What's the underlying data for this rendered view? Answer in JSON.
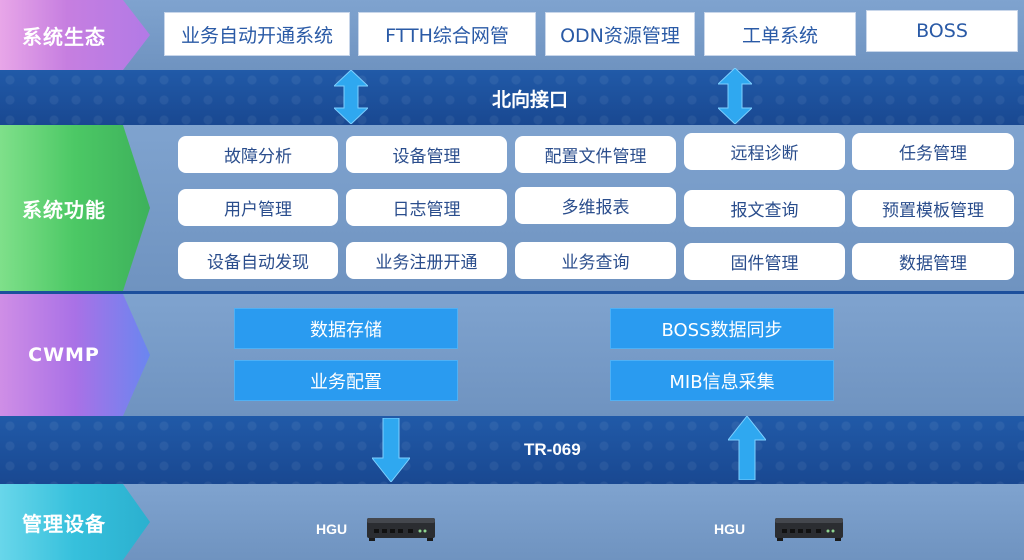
{
  "layers": {
    "ecosystem": {
      "label": "系统生态",
      "items": [
        "业务自动开通系统",
        "FTTH综合网管",
        "ODN资源管理",
        "工单系统",
        "BOSS"
      ]
    },
    "northbound": {
      "label": "北向接口"
    },
    "functions": {
      "label": "系统功能",
      "items": [
        "故障分析",
        "设备管理",
        "配置文件管理",
        "远程诊断",
        "任务管理",
        "用户管理",
        "日志管理",
        "多维报表",
        "报文查询",
        "预置模板管理",
        "设备自动发现",
        "业务注册开通",
        "业务查询",
        "固件管理",
        "数据管理"
      ]
    },
    "cwmp": {
      "label": "CWMP",
      "items": [
        "数据存储",
        "BOSS数据同步",
        "业务配置",
        "MIB信息采集"
      ]
    },
    "tr069": {
      "label": "TR-069"
    },
    "devices": {
      "label": "管理设备",
      "items": [
        "HGU",
        "HGU"
      ]
    }
  },
  "colors": {
    "band_dark": "#1f56a6",
    "band_light": "#7fa3cf",
    "arrow": "#2fa8f0",
    "cwmp_box": "#2a9bf0"
  },
  "icons": {
    "up_down_arrow": "double-arrow-icon",
    "down_arrow": "arrow-down-icon",
    "up_arrow": "arrow-up-icon",
    "device": "router-icon"
  }
}
